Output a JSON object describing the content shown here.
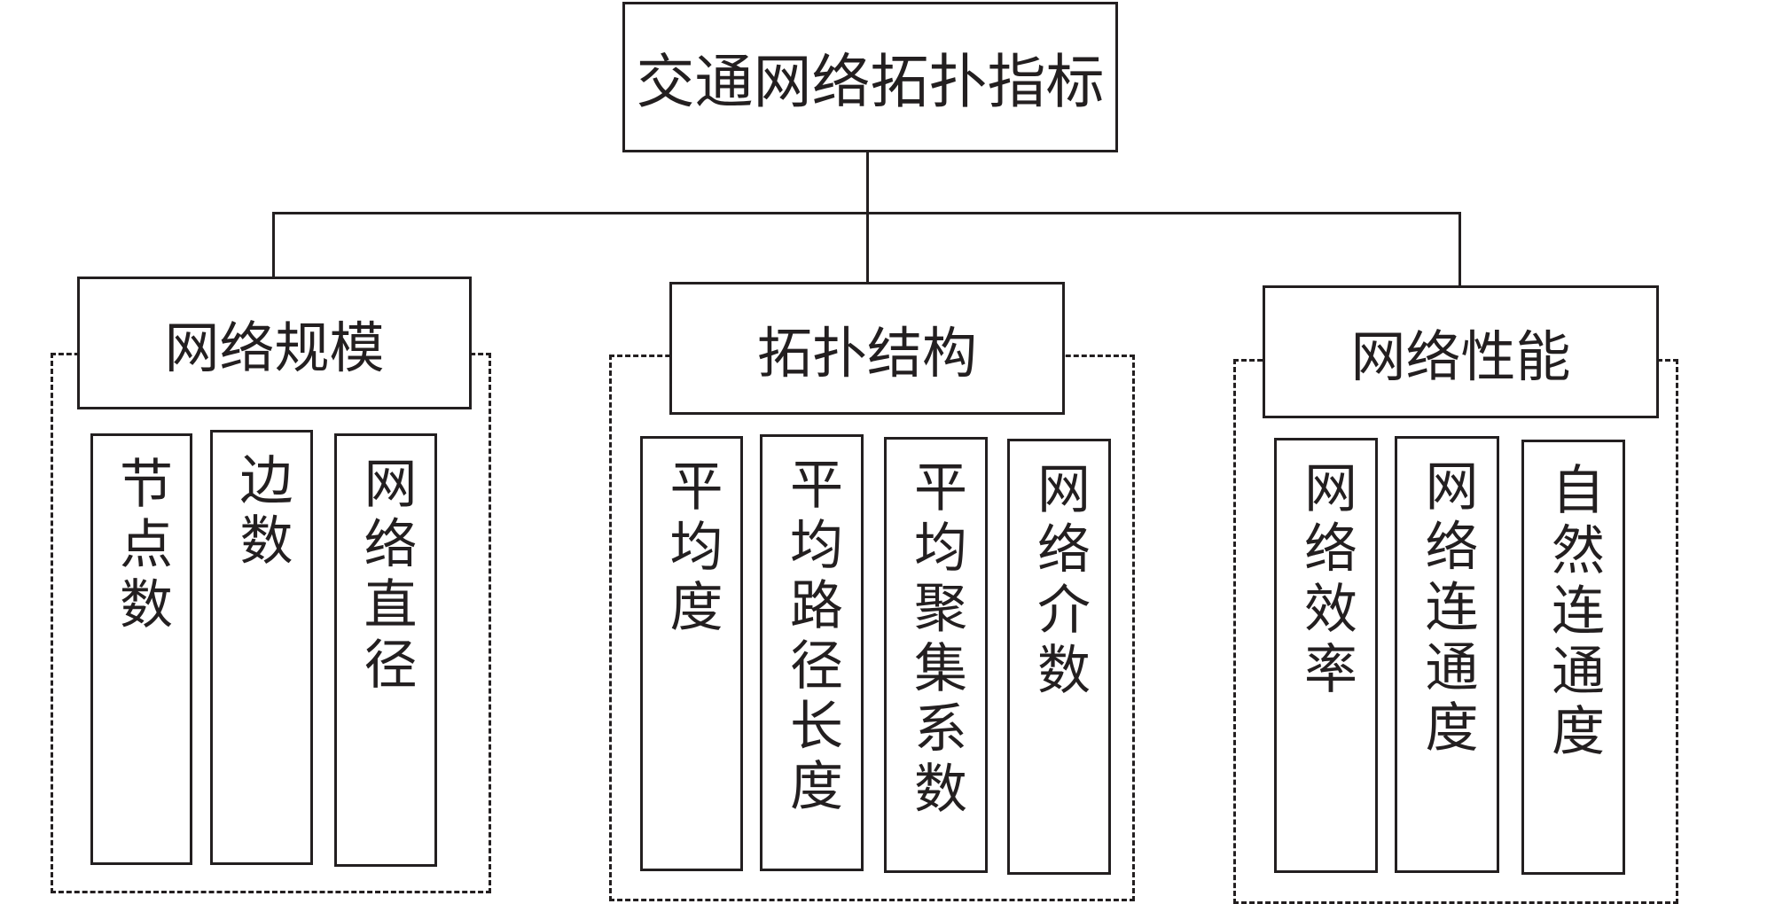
{
  "diagram": {
    "root": {
      "label": "交通网络拓扑指标"
    },
    "categories": [
      {
        "label": "网络规模",
        "items": [
          "节点数",
          "边数",
          "网络直径"
        ]
      },
      {
        "label": "拓扑结构",
        "items": [
          "平均度",
          "平均路径长度",
          "平均聚集系数",
          "网络介数"
        ]
      },
      {
        "label": "网络性能",
        "items": [
          "网络效率",
          "网络连通度",
          "自然连通度"
        ]
      }
    ]
  },
  "colors": {
    "stroke": "#231f20",
    "background": "#ffffff"
  }
}
